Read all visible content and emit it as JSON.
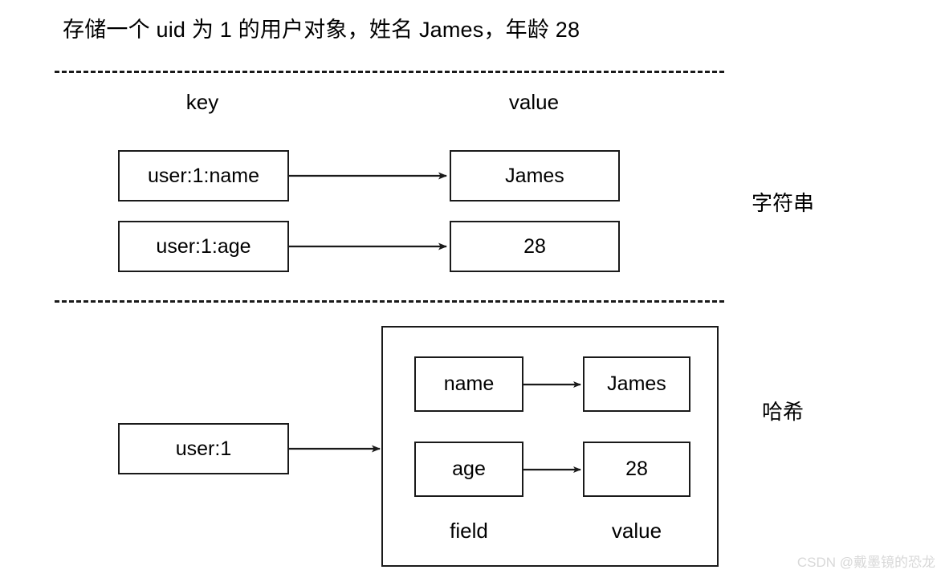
{
  "title": "存储一个 uid 为 1 的用户对象，姓名 James，年龄 28",
  "columns": {
    "key_label": "key",
    "value_label": "value"
  },
  "string_section": {
    "type_label": "字符串",
    "rows": [
      {
        "key": "user:1:name",
        "value": "James"
      },
      {
        "key": "user:1:age",
        "value": "28"
      }
    ]
  },
  "hash_section": {
    "type_label": "哈希",
    "key": "user:1",
    "field_label": "field",
    "value_label": "value",
    "entries": [
      {
        "field": "name",
        "value": "James"
      },
      {
        "field": "age",
        "value": "28"
      }
    ]
  },
  "watermark": "CSDN @戴墨镜的恐龙",
  "colors": {
    "background": "#ffffff",
    "stroke": "#1a1a1a",
    "text": "#000000",
    "watermark": "#d8d8d8"
  }
}
